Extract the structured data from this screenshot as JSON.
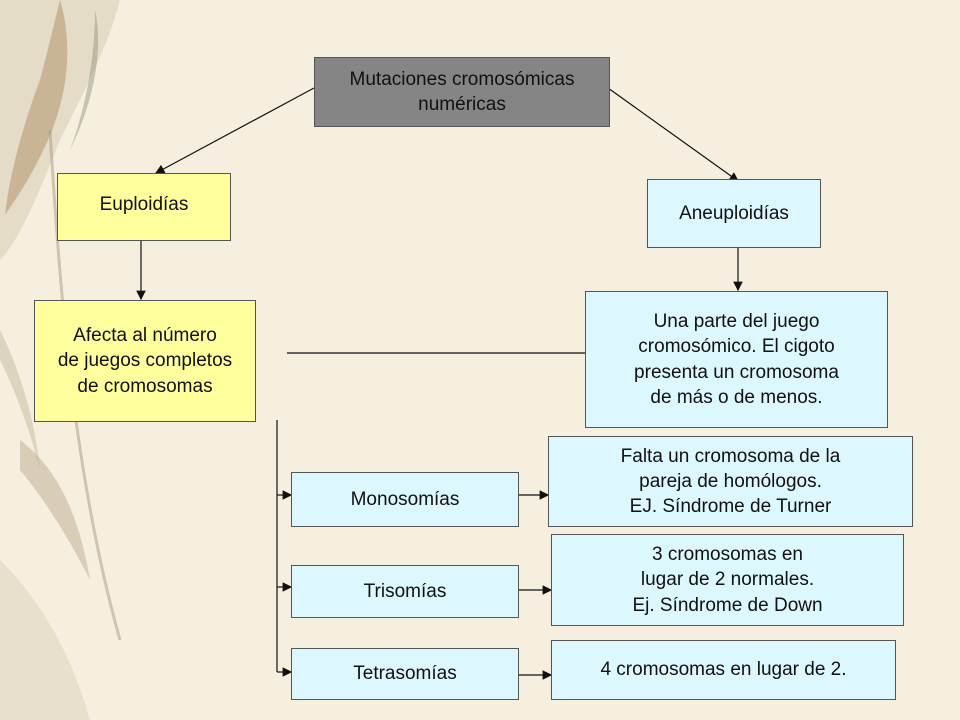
{
  "colors": {
    "root_box": "#858585",
    "euploid_boxes": "#ffff9e",
    "aneuploid_boxes": "#ddf7ff",
    "background": "#f6efe0"
  },
  "diagram": {
    "root": {
      "lines": [
        "Mutaciones cromosómicas",
        "numéricas"
      ]
    },
    "euploidias": {
      "label": "Euploidías"
    },
    "aneuploidias": {
      "label": "Aneuploidías"
    },
    "euploid_desc": {
      "lines": [
        "Afecta al número",
        "de juegos completos",
        "de cromosomas"
      ]
    },
    "aneuploid_desc": {
      "lines": [
        "Una parte del juego",
        "cromosómico. El cigoto",
        "presenta un cromosoma",
        "de más o de menos."
      ]
    },
    "monosomias": {
      "label": "Monosomías",
      "desc": [
        "Falta un cromosoma de la",
        "pareja de homólogos.",
        "EJ. Síndrome de Turner"
      ]
    },
    "trisomias": {
      "label": "Trisomías",
      "desc": [
        "3 cromosomas en",
        "lugar de 2 normales.",
        "Ej. Síndrome de Down"
      ]
    },
    "tetrasomias": {
      "label": "Tetrasomías",
      "desc": [
        "4 cromosomas en lugar de 2."
      ]
    }
  }
}
